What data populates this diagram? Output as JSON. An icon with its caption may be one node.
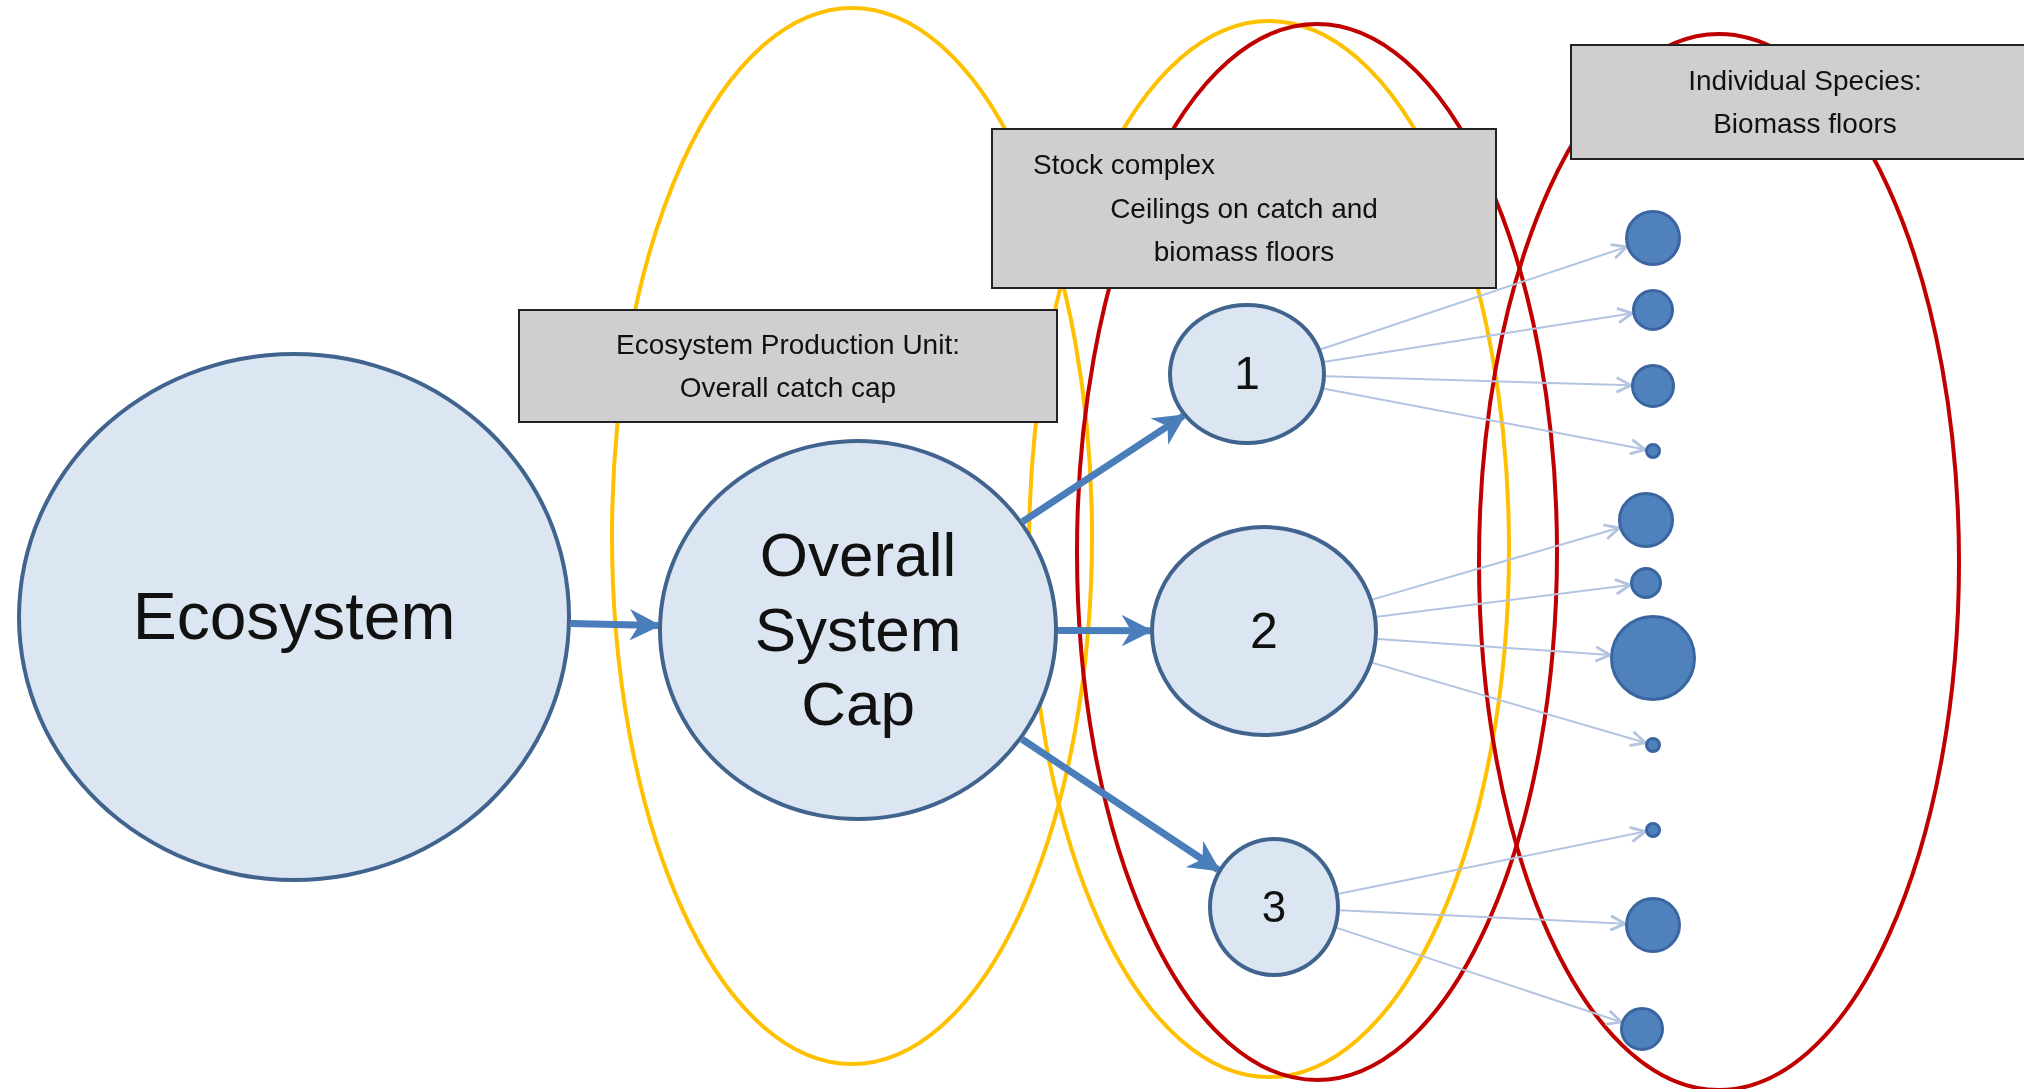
{
  "diagram": {
    "nodes": [
      {
        "text": [
          "Ecosystem Production Unit: Overall catch cap"
        ]
      },
      {
        "text": [
          "Stock complex",
          "Ceilings on catch and biomass floors"
        ]
      },
      {
        "text": [
          "Individual Species: Biomass floors"
        ]
      },
      {
        "text": [
          "Ecosystem"
        ]
      },
      {
        "text": [
          "Overall System Cap"
        ]
      },
      {
        "text": [
          "1"
        ]
      },
      {
        "text": [
          "2"
        ]
      },
      {
        "text": [
          "3"
        ]
      },
      {
        "text": [],
        "shape": "circle"
      },
      {
        "text": [],
        "shape": "circle"
      },
      {
        "text": [],
        "shape": "circle"
      },
      {
        "text": [],
        "shape": "circle"
      },
      {
        "text": [],
        "shape": "circle"
      },
      {
        "text": [],
        "shape": "circle"
      },
      {
        "text": [],
        "shape": "circle"
      },
      {
        "text": [],
        "shape": "circle"
      },
      {
        "text": [],
        "shape": "circle"
      },
      {
        "text": [],
        "shape": "circle"
      },
      {
        "text": [],
        "shape": "circle"
      }
    ],
    "edges": [
      {
        "from": 3,
        "to": 4,
        "arrow": "to",
        "style": "thick",
        "color": "#4a7ebb"
      },
      {
        "from": 4,
        "to": 5,
        "arrow": "to",
        "style": "thick",
        "color": "#4a7ebb"
      },
      {
        "from": 4,
        "to": 6,
        "arrow": "to",
        "style": "thick",
        "color": "#4a7ebb"
      },
      {
        "from": 4,
        "to": 7,
        "arrow": "to",
        "style": "thick",
        "color": "#4a7ebb"
      },
      {
        "from": 5,
        "to": 8,
        "arrow": "to"
      },
      {
        "from": 5,
        "to": 9,
        "arrow": "to"
      },
      {
        "from": 5,
        "to": 10,
        "arrow": "to"
      },
      {
        "from": 5,
        "to": 11,
        "arrow": "to"
      },
      {
        "from": 6,
        "to": 12,
        "arrow": "to"
      },
      {
        "from": 6,
        "to": 13,
        "arrow": "to"
      },
      {
        "from": 6,
        "to": 14,
        "arrow": "to"
      },
      {
        "from": 6,
        "to": 15,
        "arrow": "to"
      },
      {
        "from": 7,
        "to": 16,
        "arrow": "to"
      },
      {
        "from": 7,
        "to": 17,
        "arrow": "to"
      },
      {
        "from": 7,
        "to": 18,
        "arrow": "to"
      }
    ]
  }
}
